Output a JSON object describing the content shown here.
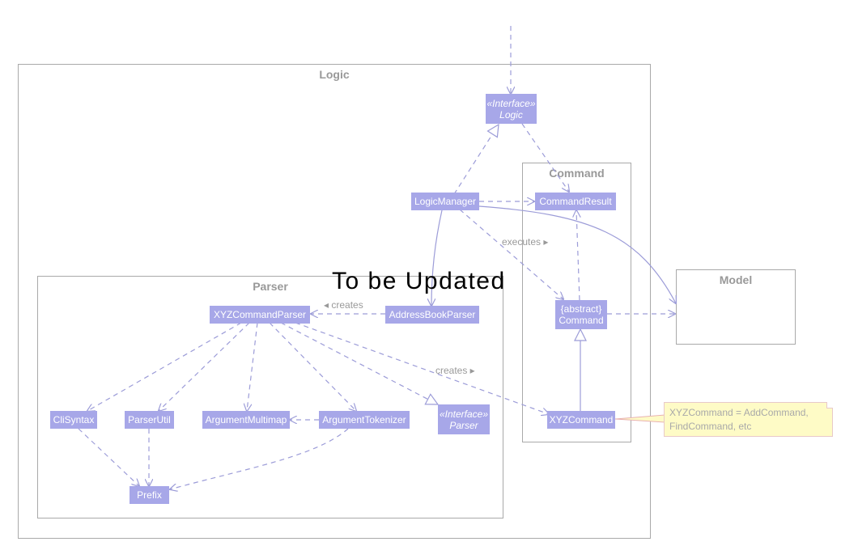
{
  "banner": "To be Updated",
  "packages": {
    "logic": "Logic",
    "command": "Command",
    "parser": "Parser",
    "model": "Model"
  },
  "nodes": {
    "logic_interface": {
      "stereotype": "«Interface»",
      "name": "Logic"
    },
    "logic_manager": "LogicManager",
    "command_result": "CommandResult",
    "abstract_command": {
      "modifier": "{abstract}",
      "name": "Command"
    },
    "xyz_command": "XYZCommand",
    "address_book_parser": "AddressBookParser",
    "xyz_command_parser": "XYZCommandParser",
    "cli_syntax": "CliSyntax",
    "parser_util": "ParserUtil",
    "argument_multimap": "ArgumentMultimap",
    "argument_tokenizer": "ArgumentTokenizer",
    "parser_interface": {
      "stereotype": "«Interface»",
      "name": "Parser"
    },
    "prefix": "Prefix"
  },
  "labels": {
    "executes": "executes ▸",
    "creates_left": "◂ creates",
    "creates_right": "creates ▸"
  },
  "note": {
    "line1": "XYZCommand = AddCommand,",
    "line2": "FindCommand, etc"
  },
  "colors": {
    "node_fill": "#a7a7e8",
    "edge": "#9c9cd8",
    "package_border": "#a9a9a9",
    "note_fill": "#fefbc6"
  }
}
